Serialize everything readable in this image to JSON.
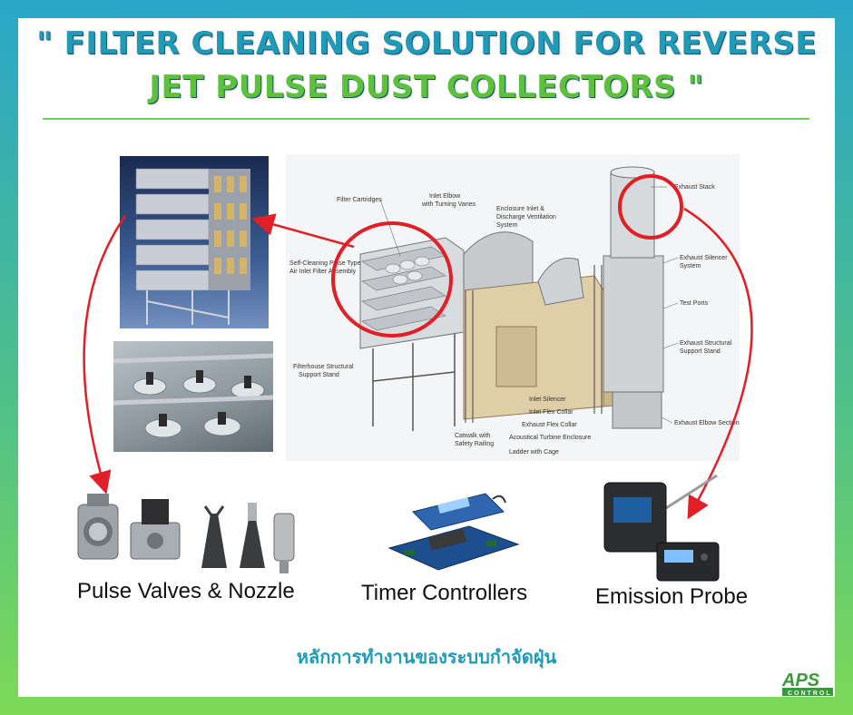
{
  "header": {
    "title_line1": "\" FILTER CLEANING SOLUTION FOR REVERSE",
    "title_line2": "JET PULSE DUST COLLECTORS \""
  },
  "diagram_labels": {
    "filter_cartridges": "Filter Cartridges",
    "inlet_elbow": "Inlet Elbow",
    "inlet_elbow_2": "with Turning Vanes",
    "enclosure_inlet": "Enclosure Inlet &",
    "enclosure_inlet_2": "Discharge Ventilation",
    "enclosure_inlet_3": "System",
    "exhaust_stack": "Exhaust Stack",
    "self_cleaning": "Self-Cleaning Pulse Type",
    "self_cleaning_2": "Air Inlet Filter Assembly",
    "exhaust_silencer": "Exhaust Silencer",
    "exhaust_silencer_2": "System",
    "test_ports": "Test Ports",
    "exhaust_structural": "Exhaust Structural",
    "exhaust_structural_2": "Support Stand",
    "filterhouse": "Filterhouse Structural",
    "filterhouse_2": "Support Stand",
    "inlet_silencer": "Inlet Silencer",
    "inlet_flex_collar": "Inlet Flex Collar",
    "exhaust_flex_collar": "Exhaust Flex Collar",
    "exhaust_elbow": "Exhaust Elbow Section",
    "catwalk": "Catwalk with",
    "catwalk_2": "Safety Railing",
    "acoustical": "Acoustical Turbine Enclosure",
    "ladder": "Ladder with Cage"
  },
  "products": {
    "pulse_valves": "Pulse Valves & Nozzle",
    "timer_controllers": "Timer Controllers",
    "emission_probe": "Emission Probe"
  },
  "footer": {
    "thai_caption": "หลักการทำงานของระบบกำจัดฝุ่น",
    "logo_main": "APS",
    "logo_sub": "CONTROL"
  },
  "colors": {
    "title_blue": "#1f9bb8",
    "title_green": "#5cc23d",
    "highlight_red": "#e01f26",
    "divider_green": "#6fce62"
  },
  "icons": [
    "filter-rack-photo",
    "nozzle-plenum-photo",
    "turbine-enclosure-diagram",
    "pulse-valve-photo",
    "timer-board-photo",
    "emission-probe-photo"
  ]
}
